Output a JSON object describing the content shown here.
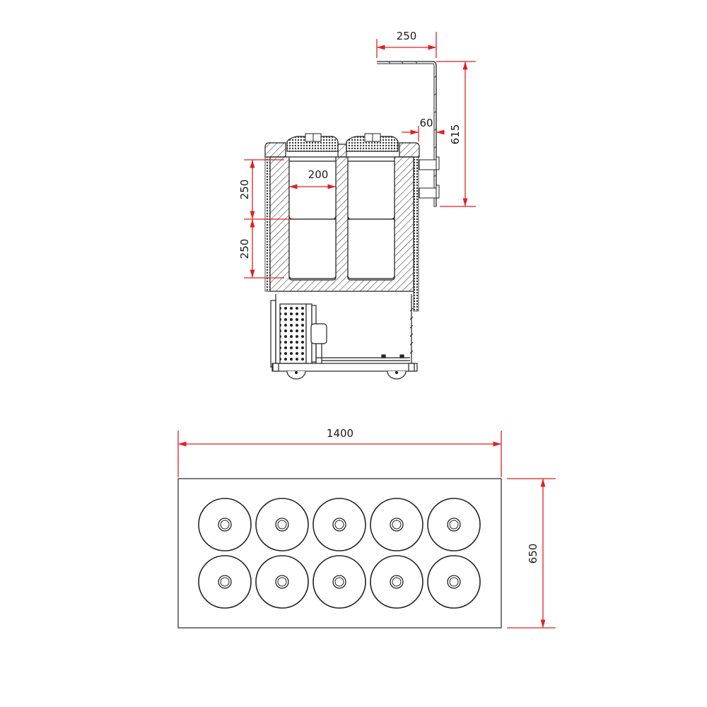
{
  "drawing": {
    "type": "technical-drawing",
    "subject": "ice cream display cabinet",
    "colors": {
      "line": "#222222",
      "dimension": "#e02020",
      "background": "#ffffff",
      "hatch": "#333333"
    }
  },
  "section_view": {
    "name": "side cross-section",
    "dimensions": {
      "canopy_depth": "250",
      "canopy_height": "615",
      "canopy_offset": "60",
      "tub_width": "200",
      "tub_upper_height": "250",
      "tub_lower_height": "250"
    },
    "tubs_per_row": 2,
    "tub_levels": 2,
    "parts": [
      "canopy",
      "tub-lids",
      "insulated-well",
      "compressor-unit",
      "castor-wheels"
    ]
  },
  "plan_view": {
    "name": "top view",
    "dimensions": {
      "length": "1400",
      "depth": "650"
    },
    "tub_grid": {
      "rows": 2,
      "columns": 5,
      "count": 10
    }
  }
}
